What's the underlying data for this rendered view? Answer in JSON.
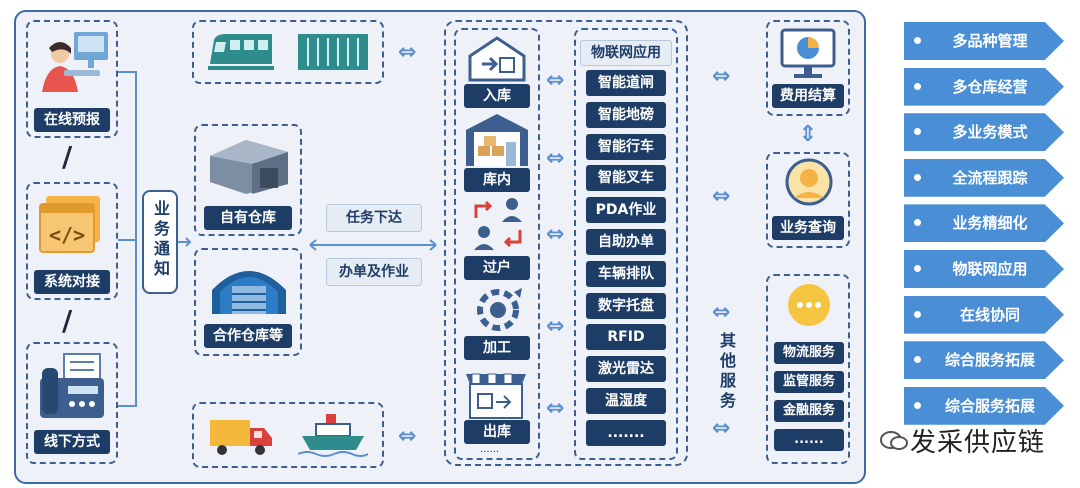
{
  "left": {
    "items": [
      {
        "label": "在线预报",
        "icon": "person-at-computer-icon"
      },
      {
        "label": "系统对接",
        "icon": "code-window-icon"
      },
      {
        "label": "线下方式",
        "icon": "fax-machine-icon"
      }
    ],
    "separator": "/",
    "business_notice": "业务通知"
  },
  "transport_top": {
    "icons": [
      "train-icon",
      "container-icon"
    ]
  },
  "warehouses": {
    "own": "自有仓库",
    "partner": "合作仓库等"
  },
  "tasks": {
    "issue": "任务下达",
    "process": "办单及作业"
  },
  "transport_bottom": {
    "icons": [
      "truck-icon",
      "ship-icon"
    ]
  },
  "operations": {
    "items": [
      "入库",
      "库内",
      "过户",
      "加工",
      "出库"
    ],
    "more": "......"
  },
  "iot": {
    "header": "物联网应用",
    "items": [
      "智能道闸",
      "智能地磅",
      "智能行车",
      "智能叉车",
      "PDA作业",
      "自助办单",
      "车辆排队",
      "数字托盘",
      "RFID",
      "激光雷达",
      "温湿度",
      "......."
    ]
  },
  "right": {
    "fee": "费用结算",
    "query": "业务查询",
    "other_services_title": "其他服务",
    "services": [
      "物流服务",
      "监管服务",
      "金融服务",
      "......"
    ]
  },
  "features": [
    "多品种管理",
    "多仓库经营",
    "多业务模式",
    "全流程跟踪",
    "业务精细化",
    "物联网应用",
    "在线协同",
    "综合服务拓展",
    "综合服务拓展"
  ],
  "watermark": "发采供应链",
  "colors": {
    "navy": "#1e3d66",
    "accent": "#4a8fd6",
    "frame": "#3a6aa8"
  }
}
